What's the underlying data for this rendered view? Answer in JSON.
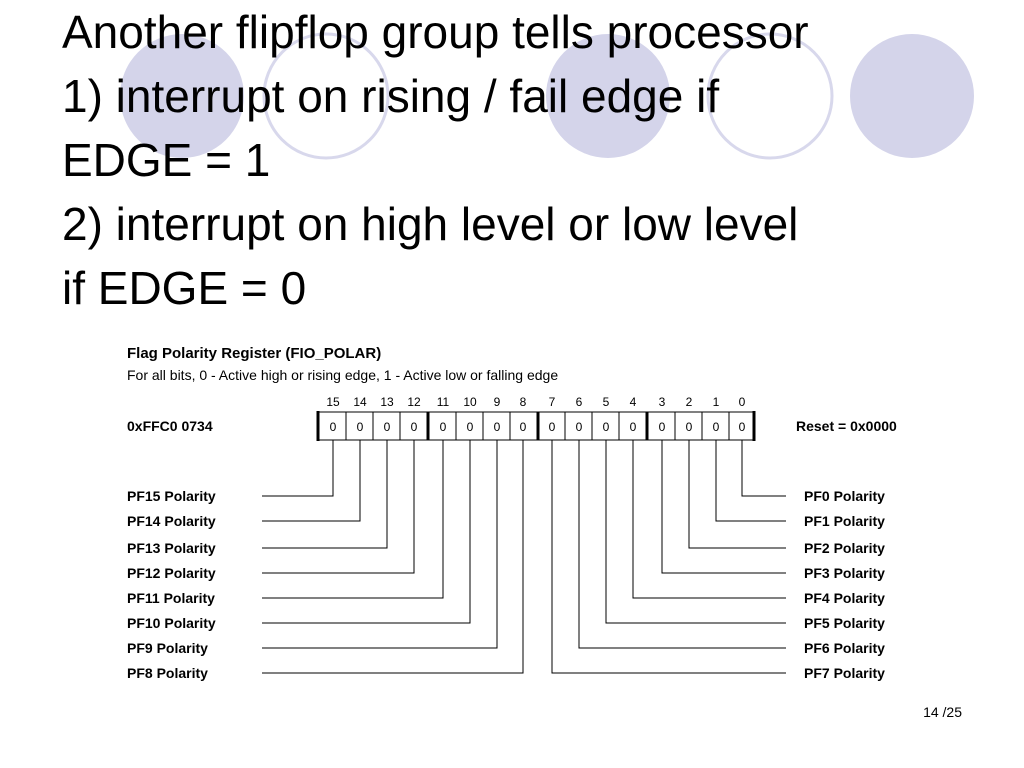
{
  "slide": {
    "title_lines": [
      "Another flipflop group tells processor",
      "1) interrupt on rising / fail edge if",
      "EDGE = 1",
      "2) interrupt on high level or low level",
      "if EDGE = 0"
    ],
    "page_number": "14 /25"
  },
  "register": {
    "title": "Flag Polarity Register (FIO_POLAR)",
    "description": "For all bits, 0 - Active high or rising edge, 1 - Active low or falling edge",
    "address": "0xFFC0 0734",
    "reset": "Reset = 0x0000",
    "bit_numbers": [
      "15",
      "14",
      "13",
      "12",
      "11",
      "10",
      "9",
      "8",
      "7",
      "6",
      "5",
      "4",
      "3",
      "2",
      "1",
      "0"
    ],
    "bit_values": [
      "0",
      "0",
      "0",
      "0",
      "0",
      "0",
      "0",
      "0",
      "0",
      "0",
      "0",
      "0",
      "0",
      "0",
      "0",
      "0"
    ],
    "left_labels": [
      "PF15 Polarity",
      "PF14 Polarity",
      "PF13 Polarity",
      "PF12 Polarity",
      "PF11 Polarity",
      "PF10 Polarity",
      "PF9 Polarity",
      "PF8 Polarity"
    ],
    "right_labels": [
      "PF0 Polarity",
      "PF1 Polarity",
      "PF2 Polarity",
      "PF3 Polarity",
      "PF4 Polarity",
      "PF5 Polarity",
      "PF6 Polarity",
      "PF7 Polarity"
    ]
  },
  "colors": {
    "circle_fill": "#d4d4ea",
    "circle_stroke": "#d8d8ec"
  }
}
